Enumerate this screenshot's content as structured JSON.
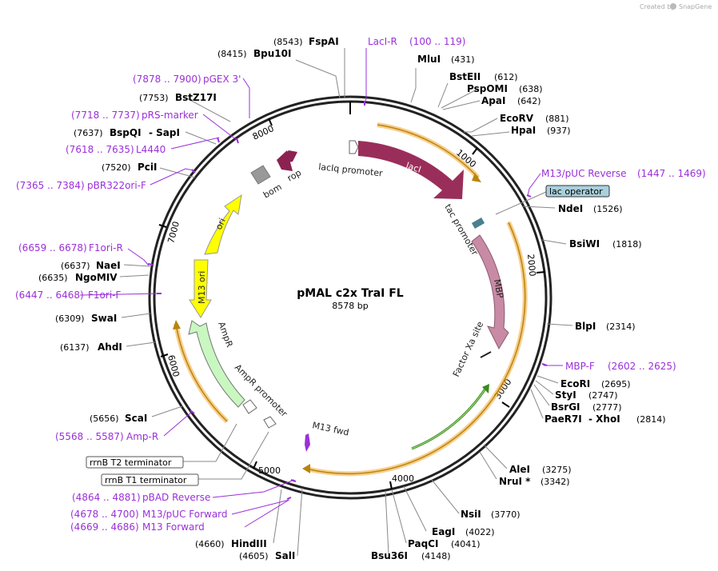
{
  "credit": "Created by",
  "brand": "SnapGene",
  "plasmid": {
    "name": "pMAL c2x TraI FL",
    "size": "8578 bp"
  },
  "ticks": [
    "1000",
    "2000",
    "3000",
    "4000",
    "5000",
    "6000",
    "7000",
    "8000"
  ],
  "features": {
    "lacI": "lacI",
    "lacIq_promoter": "lacIq promoter",
    "rop": "rop",
    "bom": "bom",
    "ori": "ori",
    "m13_ori": "M13 ori",
    "ampR": "AmpR",
    "ampR_promoter": "AmpR promoter",
    "m13_fwd": "M13 fwd",
    "tac_promoter": "tac promoter",
    "mbp": "MBP",
    "factor_xa": "Factor Xa site",
    "lac_operator": "lac operator",
    "rrnb_t1": "rrnB T1 terminator",
    "rrnb_t2": "rrnB T2 terminator"
  },
  "sites": [
    {
      "name": "FspAI",
      "pos": "(8543)"
    },
    {
      "name": "Bpu10I",
      "pos": "(8415)"
    },
    {
      "name": "MluI",
      "pos": "(431)"
    },
    {
      "name": "BstEII",
      "pos": "(612)"
    },
    {
      "name": "PspOMI",
      "pos": "(638)"
    },
    {
      "name": "ApaI",
      "pos": "(642)"
    },
    {
      "name": "EcoRV",
      "pos": "(881)"
    },
    {
      "name": "HpaI",
      "pos": "(937)"
    },
    {
      "name": "NdeI",
      "pos": "(1526)"
    },
    {
      "name": "BsiWI",
      "pos": "(1818)"
    },
    {
      "name": "BlpI",
      "pos": "(2314)"
    },
    {
      "name": "EcoRI",
      "pos": "(2695)"
    },
    {
      "name": "StyI",
      "pos": "(2747)"
    },
    {
      "name": "BsrGI",
      "pos": "(2777)"
    },
    {
      "name": "PaeR7I",
      "pos": "(2814)",
      "alt": "- XhoI"
    },
    {
      "name": "AleI",
      "pos": "(3275)"
    },
    {
      "name": "NruI *",
      "pos": "(3342)"
    },
    {
      "name": "NsiI",
      "pos": "(3770)"
    },
    {
      "name": "EagI",
      "pos": "(4022)"
    },
    {
      "name": "PaqCI",
      "pos": "(4041)"
    },
    {
      "name": "Bsu36I",
      "pos": "(4148)"
    },
    {
      "name": "SalI",
      "pos": "(4605)"
    },
    {
      "name": "HindIII",
      "pos": "(4660)"
    },
    {
      "name": "ScaI",
      "pos": "(5656)"
    },
    {
      "name": "AhdI",
      "pos": "(6137)"
    },
    {
      "name": "SwaI",
      "pos": "(6309)"
    },
    {
      "name": "NgoMIV",
      "pos": "(6635)"
    },
    {
      "name": "NaeI",
      "pos": "(6637)"
    },
    {
      "name": "PciI",
      "pos": "(7520)"
    },
    {
      "name": "BspQI",
      "pos": "(7637)",
      "alt": "- SapI"
    },
    {
      "name": "BstZ17I",
      "pos": "(7753)"
    }
  ],
  "primers": [
    {
      "name": "LacI-R",
      "range": "(100 .. 119)"
    },
    {
      "name": "pGEX 3'",
      "range": "(7878 .. 7900)"
    },
    {
      "name": "pRS-marker",
      "range": "(7718 .. 7737)"
    },
    {
      "name": "L4440",
      "range": "(7618 .. 7635)"
    },
    {
      "name": "pBR322ori-F",
      "range": "(7365 .. 7384)"
    },
    {
      "name": "F1ori-R",
      "range": "(6659 .. 6678)"
    },
    {
      "name": "F1ori-F",
      "range": "(6447 .. 6468)"
    },
    {
      "name": "Amp-R",
      "range": "(5568 .. 5587)"
    },
    {
      "name": "pBAD Reverse",
      "range": "(4864 .. 4881)"
    },
    {
      "name": "M13/pUC Forward",
      "range": "(4678 .. 4700)"
    },
    {
      "name": "M13 Forward",
      "range": "(4669 .. 4686)"
    },
    {
      "name": "M13/pUC Reverse",
      "range": "(1447 .. 1469)"
    },
    {
      "name": "MBP-F",
      "range": "(2602 .. 2625)"
    }
  ],
  "colors": {
    "lacI": "#9a2e5a",
    "mbp": "#c88aa4",
    "ori": "#ffff00",
    "ampR": "#c9f7c0",
    "rop": "#8b2252",
    "bom": "#999999",
    "orf": "#f3a630",
    "green_orf": "#3a8a1e",
    "primer": "#9b30d9",
    "lac_operator": "#a9d0dc"
  }
}
